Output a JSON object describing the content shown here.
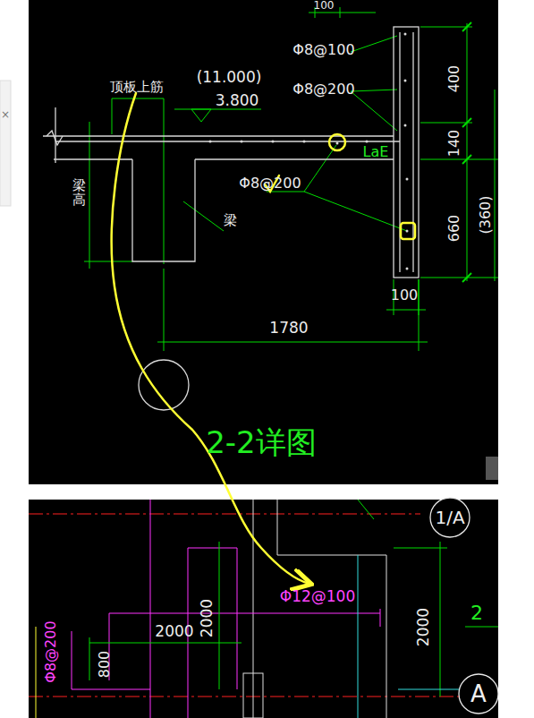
{
  "diagram": {
    "nodes": [
      {
        "text": [
          "1/A"
        ]
      },
      {
        "text": [
          "A"
        ]
      }
    ],
    "labels": [
      "100",
      "Φ8@100",
      "Φ8@200",
      "400",
      "顶板上筋",
      "(11.000)",
      "3.800",
      "140",
      "LaE",
      "Φ8@200",
      "梁高",
      "梁",
      "660",
      "(360)",
      "100",
      "1780",
      "2-2详图",
      "Φ12@100",
      "2000",
      "2000",
      "2000",
      "Φ8@200",
      "800",
      "2",
      "×"
    ]
  }
}
